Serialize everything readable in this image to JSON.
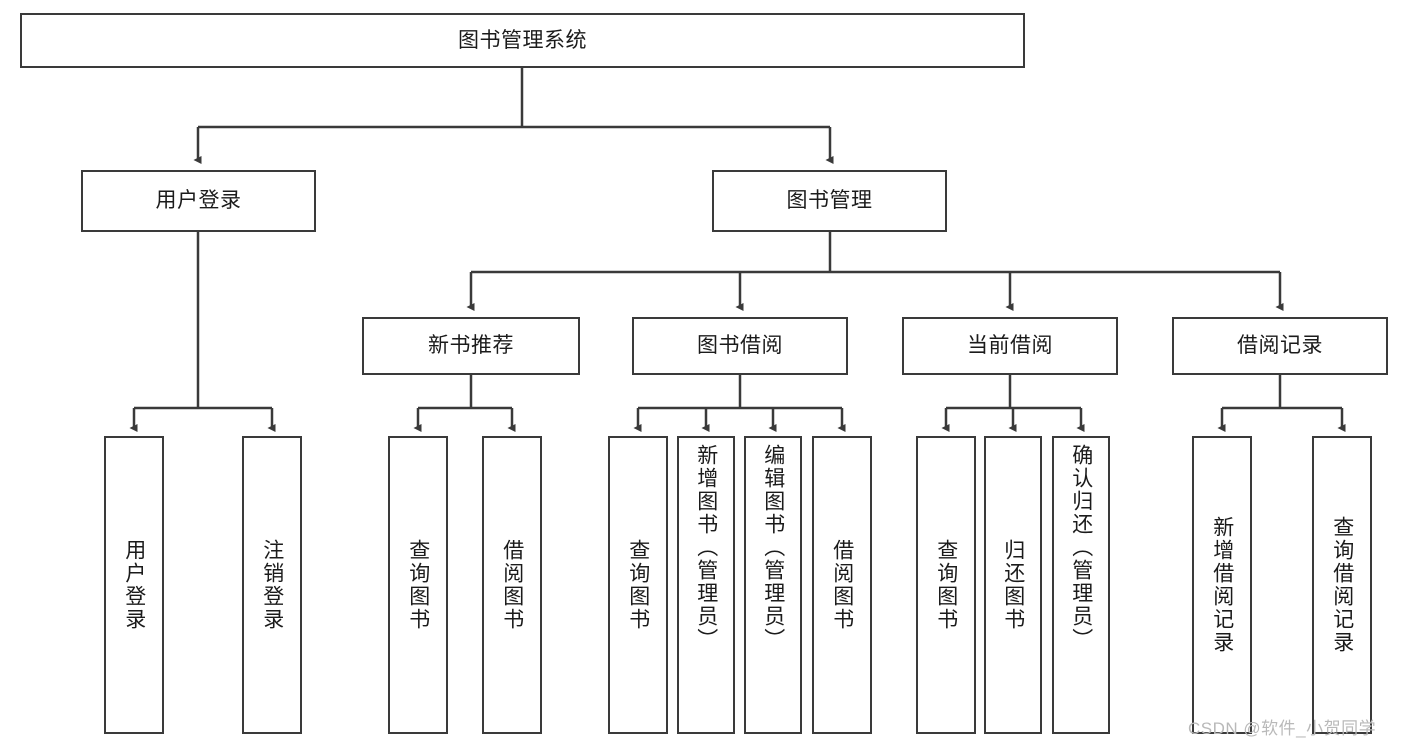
{
  "diagram": {
    "title": "图书管理系统",
    "type": "tree-hierarchy-diagram",
    "style": {
      "box_border_color": "#3a3a3a",
      "box_fill_color": "#ffffff",
      "text_color": "#1b1b1b",
      "background": "#ffffff"
    },
    "root": {
      "label": "图书管理系统"
    },
    "level1": [
      {
        "label": "用户登录"
      },
      {
        "label": "图书管理"
      }
    ],
    "level2": [
      {
        "label": "新书推荐"
      },
      {
        "label": "图书借阅"
      },
      {
        "label": "当前借阅"
      },
      {
        "label": "借阅记录"
      }
    ],
    "leaves": {
      "user_login": [
        {
          "label": "用户登录"
        },
        {
          "label": "注销登录"
        }
      ],
      "new_book_recommend": [
        {
          "label": "查询图书"
        },
        {
          "label": "借阅图书"
        }
      ],
      "book_borrow": [
        {
          "label": "查询图书"
        },
        {
          "label": "新增图书（管理员）"
        },
        {
          "label": "编辑图书（管理员）"
        },
        {
          "label": "借阅图书"
        }
      ],
      "current_borrow": [
        {
          "label": "查询图书"
        },
        {
          "label": "归还图书"
        },
        {
          "label": "确认归还（管理员）"
        }
      ],
      "borrow_records": [
        {
          "label": "新增借阅记录"
        },
        {
          "label": "查询借阅记录"
        }
      ]
    }
  },
  "watermark": {
    "text": "CSDN @软件_小贺同学"
  }
}
